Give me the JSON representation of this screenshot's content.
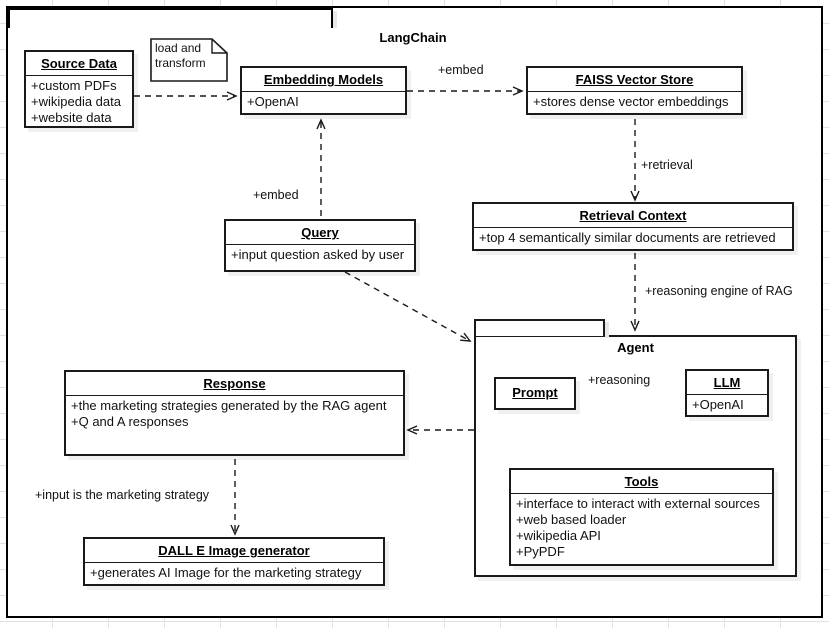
{
  "diagram": {
    "type": "uml-component-diagram",
    "package_title": "LangChain",
    "agent_package_title": "Agent"
  },
  "note": {
    "name": "load-and-transform-note",
    "line1": "load and",
    "line2": "transform"
  },
  "classes": {
    "source_data": {
      "title": "Source Data",
      "attributes": [
        "+custom PDFs",
        "+wikipedia data",
        "+website data"
      ]
    },
    "embedding_models": {
      "title": "Embedding Models",
      "attributes": [
        "+OpenAI"
      ]
    },
    "faiss_vector_store": {
      "title": "FAISS Vector Store",
      "attributes": [
        "+stores dense vector embeddings"
      ]
    },
    "retrieval_context": {
      "title": "Retrieval Context",
      "attributes": [
        "+top 4 semantically similar documents are retrieved"
      ]
    },
    "query": {
      "title": "Query",
      "attributes": [
        "+input question asked by user"
      ]
    },
    "response": {
      "title": "Response",
      "attributes": [
        "+the marketing strategies generated by the RAG agent",
        "+Q and A responses"
      ]
    },
    "dalle": {
      "title": "DALL E Image generator",
      "attributes": [
        "+generates AI Image for the marketing strategy"
      ]
    },
    "prompt": {
      "title": "Prompt",
      "attributes": []
    },
    "llm": {
      "title": "LLM",
      "attributes": [
        "+OpenAI"
      ]
    },
    "tools": {
      "title": "Tools",
      "attributes": [
        "+interface to interact with external sources",
        "+web based loader",
        "+wikipedia API",
        "+PyPDF"
      ]
    }
  },
  "edges": {
    "source_to_embedding": {
      "label": "",
      "from": "Source Data",
      "to": "Embedding Models",
      "style": "dashed-arrow"
    },
    "embedding_to_faiss": {
      "label": "+embed",
      "from": "Embedding Models",
      "to": "FAISS Vector Store",
      "style": "dashed-arrow"
    },
    "faiss_to_retrieval": {
      "label": "+retrieval",
      "from": "FAISS Vector Store",
      "to": "Retrieval Context",
      "style": "dashed-arrow"
    },
    "query_to_embedding": {
      "label": "+embed",
      "from": "Query",
      "to": "Embedding Models",
      "style": "dashed-arrow"
    },
    "retrieval_to_agent": {
      "label": "+reasoning engine of RAG",
      "from": "Retrieval Context",
      "to": "Agent",
      "style": "dashed-arrow"
    },
    "query_to_agent": {
      "label": "",
      "from": "Query",
      "to": "Agent",
      "style": "dashed-arrow"
    },
    "agent_to_response": {
      "label": "",
      "from": "Agent",
      "to": "Response",
      "style": "dashed-arrow"
    },
    "prompt_to_llm": {
      "label": "+reasoning",
      "from": "Prompt",
      "to": "LLM",
      "style": "dashed-bidirectional"
    },
    "tools_to_llm": {
      "label": "",
      "from": "Tools",
      "to": "LLM",
      "style": "dashed-bidirectional"
    },
    "response_to_dalle": {
      "label": "+input is the marketing strategy",
      "from": "Response",
      "to": "DALL E Image generator",
      "style": "dashed-arrow"
    }
  },
  "colors": {
    "stroke": "#1a1a1a",
    "background": "#ffffff",
    "grid": "#e2e2e2",
    "shadow": "rgba(0,0,0,0.06)"
  }
}
